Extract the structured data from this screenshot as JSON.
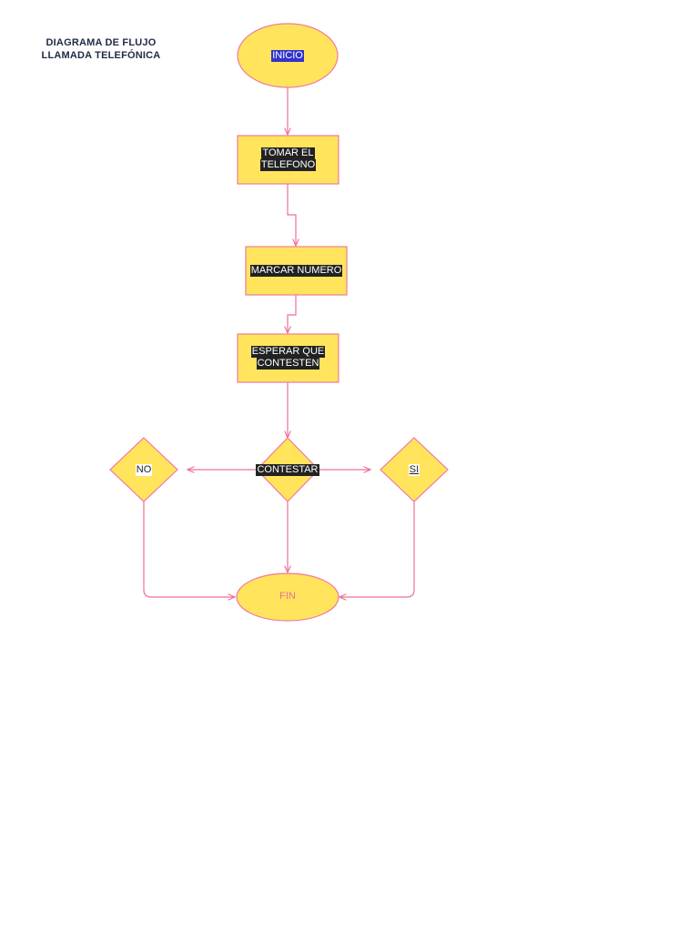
{
  "title": {
    "line1": "DIAGRAMA DE FLUJO",
    "line2": "LLAMADA TELEFÓNICA"
  },
  "nodes": {
    "inicio": "INICIO",
    "tomar_line1": "TOMAR EL",
    "tomar_line2": "TELEFONO",
    "marcar": "MARCAR NUMERO",
    "esperar_line1": "ESPERAR QUE",
    "esperar_line2": "CONTESTEN",
    "contestar": "CONTESTAR",
    "no": "NO",
    "si": "SI",
    "fin": "FIN"
  },
  "colors": {
    "shape_fill": "#ffe45c",
    "shape_stroke": "#f07aa0",
    "connector": "#ee6f98",
    "title_text": "#1f2a44"
  }
}
